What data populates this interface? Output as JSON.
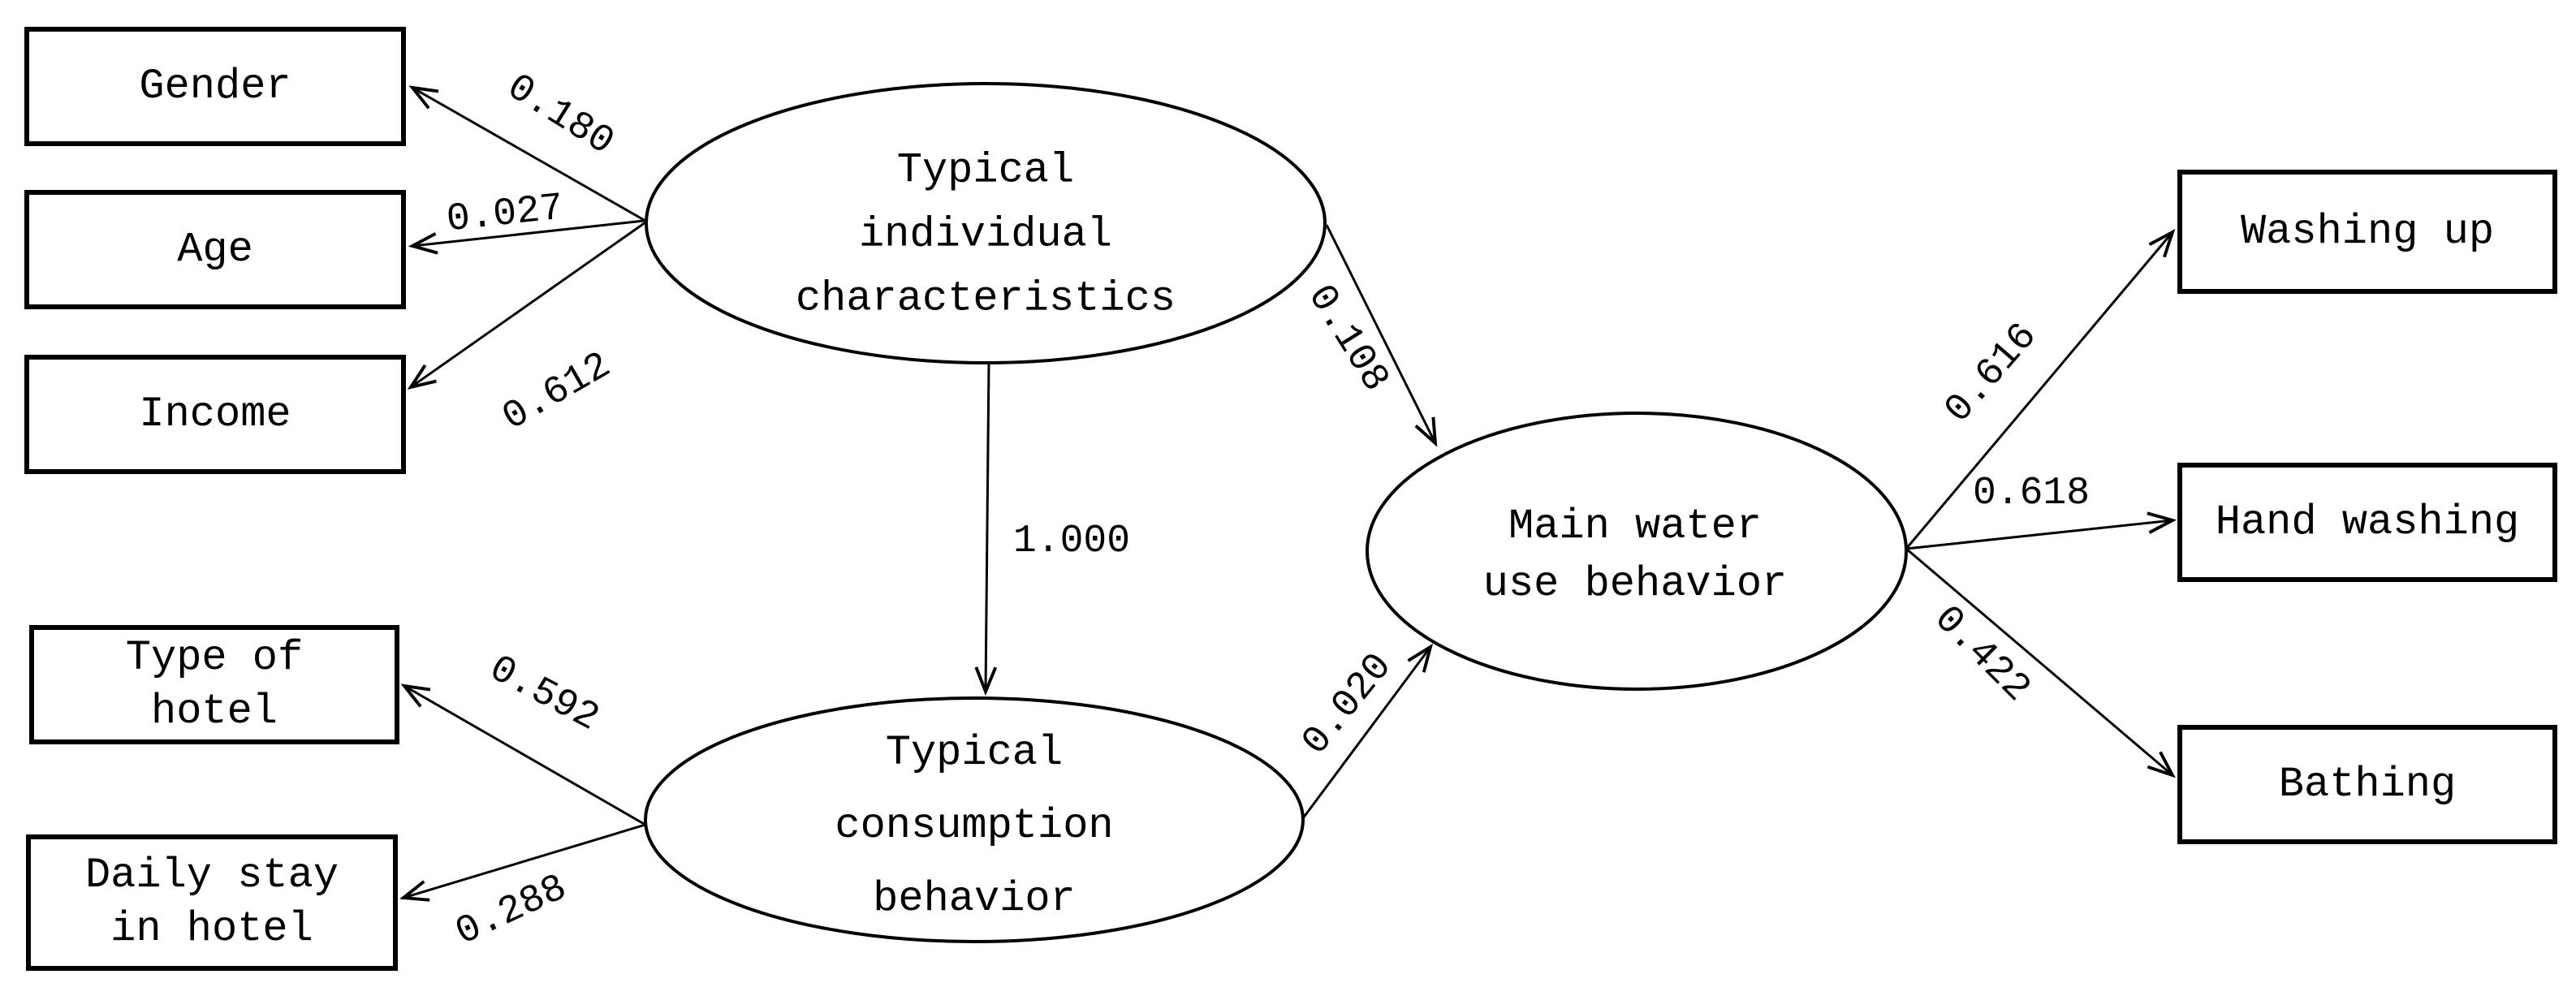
{
  "diagram": {
    "kind": "structural-equation-model",
    "colors": {
      "stroke": "#000000",
      "background": "#ffffff",
      "node_fill": "#ffffff",
      "text": "#000000"
    }
  },
  "nodes": {
    "gender": {
      "kind": "observed",
      "lines": [
        "Gender"
      ]
    },
    "age": {
      "kind": "observed",
      "lines": [
        "Age"
      ]
    },
    "income": {
      "kind": "observed",
      "lines": [
        "Income"
      ]
    },
    "type_hotel": {
      "kind": "observed",
      "lines": [
        "Type of",
        "hotel"
      ]
    },
    "daily_stay": {
      "kind": "observed",
      "lines": [
        "Daily stay",
        "in hotel"
      ]
    },
    "washing_up": {
      "kind": "observed",
      "lines": [
        "Washing up"
      ]
    },
    "hand_washing": {
      "kind": "observed",
      "lines": [
        "Hand washing"
      ]
    },
    "bathing": {
      "kind": "observed",
      "lines": [
        "Bathing"
      ]
    },
    "individual": {
      "kind": "latent",
      "lines": [
        "Typical",
        "individual",
        "characteristics"
      ]
    },
    "consumption": {
      "kind": "latent",
      "lines": [
        "Typical",
        "consumption",
        "behavior"
      ]
    },
    "main_water": {
      "kind": "latent",
      "lines": [
        "Main water",
        "use behavior"
      ]
    }
  },
  "edges": [
    {
      "from": "individual",
      "to": "gender",
      "coefficient": "0.180"
    },
    {
      "from": "individual",
      "to": "age",
      "coefficient": "0.027"
    },
    {
      "from": "individual",
      "to": "income",
      "coefficient": "0.612"
    },
    {
      "from": "individual",
      "to": "consumption",
      "coefficient": "1.000"
    },
    {
      "from": "individual",
      "to": "main_water",
      "coefficient": "0.108"
    },
    {
      "from": "consumption",
      "to": "type_hotel",
      "coefficient": "0.592"
    },
    {
      "from": "consumption",
      "to": "daily_stay",
      "coefficient": "0.288"
    },
    {
      "from": "consumption",
      "to": "main_water",
      "coefficient": "0.020"
    },
    {
      "from": "main_water",
      "to": "washing_up",
      "coefficient": "0.616"
    },
    {
      "from": "main_water",
      "to": "hand_washing",
      "coefficient": "0.618"
    },
    {
      "from": "main_water",
      "to": "bathing",
      "coefficient": "0.422"
    }
  ]
}
